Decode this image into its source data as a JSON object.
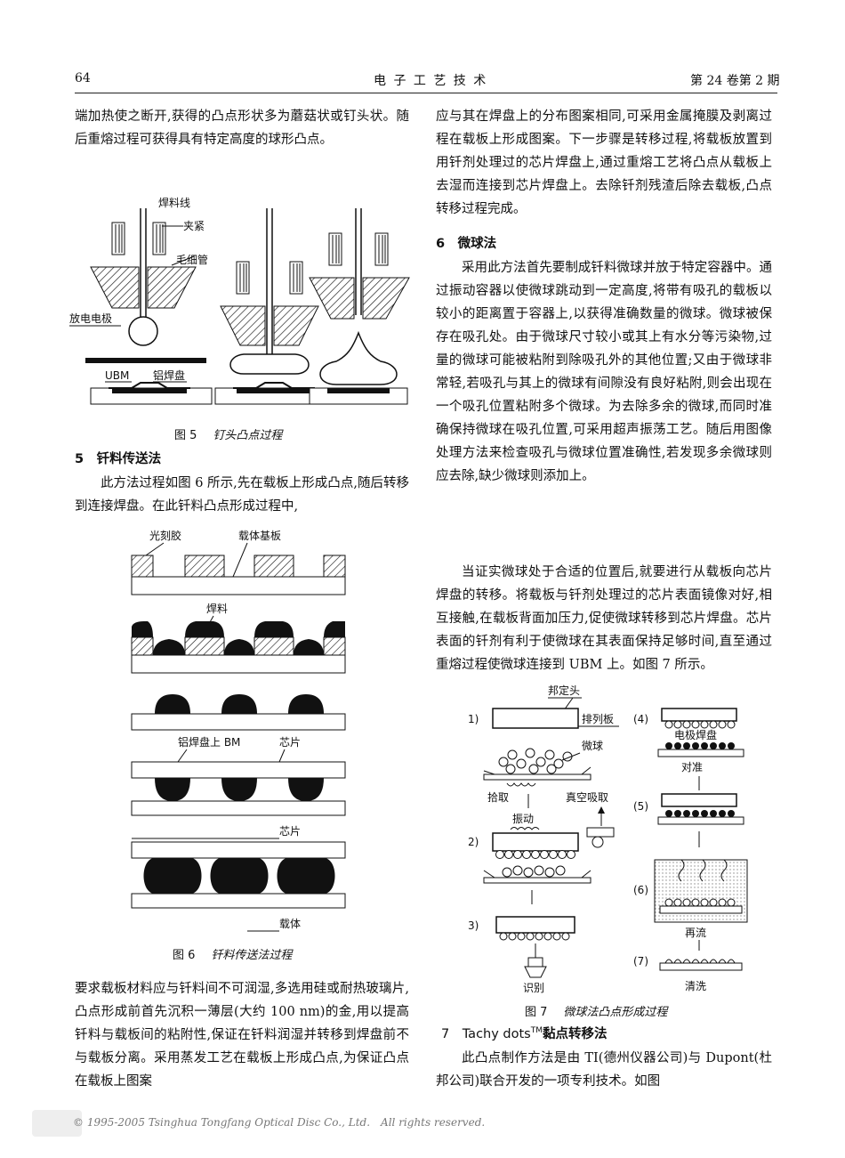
{
  "header": {
    "page_number": "64",
    "journal": "电 子 工 艺 技 术",
    "issue": "第 24 卷第 2 期"
  },
  "left": {
    "para1": "端加热使之断开,获得的凸点形状多为蘑菇状或钉头状。随后重熔过程可获得具有特定高度的球形凸点。",
    "fig5": {
      "labels": {
        "wire": "焊料线",
        "clamp": "夹紧",
        "capillary": "毛细管",
        "electrode": "放电电极",
        "ubm": "UBM",
        "al_pad": "铝焊盘"
      },
      "caption_num": "图 5",
      "caption_text": "钉头凸点过程"
    },
    "sec5_title": "5　钎料传送法",
    "sec5_para": "此方法过程如图 6 所示,先在载板上形成凸点,随后转移到连接焊盘。在此钎料凸点形成过程中,",
    "fig6": {
      "labels": {
        "photoresist": "光刻胶",
        "carrier_substrate": "载体基板",
        "solder": "焊料",
        "al_pad_bm": "铝焊盘上 BM",
        "chip1": "芯片",
        "chip2": "芯片",
        "carrier": "载体"
      },
      "caption_num": "图 6",
      "caption_text": "钎料传送法过程"
    },
    "para_after": "要求载板材料应与钎料间不可润湿,多选用硅或耐热玻璃片,凸点形成前首先沉积一薄层(大约 100 nm)的金,用以提高钎料与载板间的粘附性,保证在钎料润湿并转移到焊盘前不与载板分离。采用蒸发工艺在载板上形成凸点,为保证凸点在载板上图案"
  },
  "right": {
    "para1": "应与其在焊盘上的分布图案相同,可采用金属掩膜及剥离过程在载板上形成图案。下一步骤是转移过程,将载板放置到用钎剂处理过的芯片焊盘上,通过重熔工艺将凸点从载板上去湿而连接到芯片焊盘上。去除钎剂残渣后除去载板,凸点转移过程完成。",
    "sec6_title": "6　微球法",
    "sec6_para1": "采用此方法首先要制成钎料微球并放于特定容器中。通过振动容器以使微球跳动到一定高度,将带有吸孔的载板以较小的距离置于容器上,以获得准确数量的微球。微球被保存在吸孔处。由于微球尺寸较小或其上有水分等污染物,过量的微球可能被粘附到除吸孔外的其他位置;又由于微球非常轻,若吸孔与其上的微球有间隙没有良好粘附,则会出现在一个吸孔位置粘附多个微球。为去除多余的微球,而同时准确保持微球在吸孔位置,可采用超声振荡工艺。随后用图像处理方法来检查吸孔与微球位置准确性,若发现多余微球则应去除,缺少微球则添加上。",
    "sec6_para2": "当证实微球处于合适的位置后,就要进行从载板向芯片焊盘的转移。将载板与钎剂处理过的芯片表面镜像对好,相互接触,在载板背面加压力,促使微球转移到芯片焊盘。芯片表面的钎剂有利于使微球在其表面保持足够时间,直至通过重熔过程使微球连接到 UBM 上。如图 7 所示。",
    "fig7": {
      "labels": {
        "bond_head": "邦定头",
        "array_plate": "排列板",
        "microball": "微球",
        "pickup": "拾取",
        "vacuum": "真空吸取",
        "vibration": "振动",
        "identify": "识别",
        "electrode_pad": "电极焊盘",
        "align": "对准",
        "reflow": "再流",
        "clean": "清洗"
      },
      "steps": [
        "1)",
        "2)",
        "3)",
        "(4)",
        "(5)",
        "(6)",
        "(7)"
      ],
      "caption_num": "图 7",
      "caption_text": "微球法凸点形成过程"
    },
    "sec7_title_prefix": "7　Tachy dots",
    "sec7_title_sup": "TM",
    "sec7_title_suffix": "黏点转移法",
    "sec7_para": "此凸点制作方法是由 TI(德州仪器公司)与 Dupont(杜邦公司)联合开发的一项专利技术。如图"
  },
  "footer": {
    "copyright": "© 1995-2005 Tsinghua Tongfang Optical Disc Co., Ltd.　All rights reserved."
  }
}
